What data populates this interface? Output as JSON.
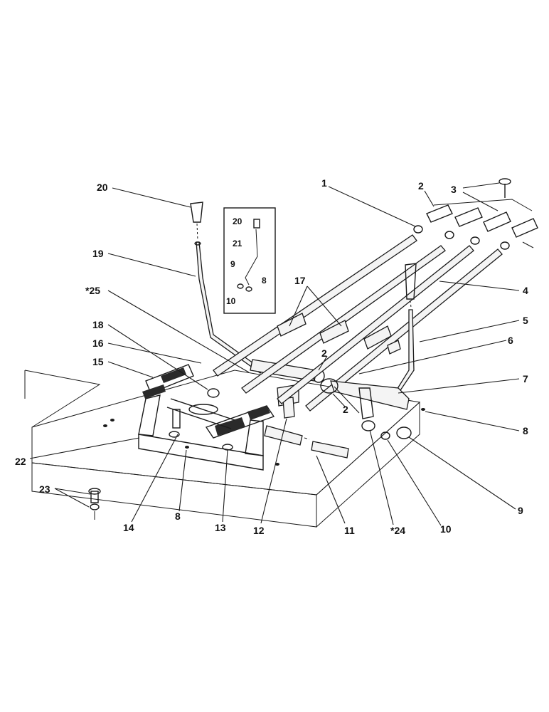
{
  "callouts": {
    "c1": "1",
    "c2a": "2",
    "c2b": "2",
    "c2c": "2",
    "c3": "3",
    "c4": "4",
    "c5": "5",
    "c6": "6",
    "c7": "7",
    "c8a": "8",
    "c8b": "8",
    "c9": "9",
    "c10": "10",
    "c11": "11",
    "c12": "12",
    "c13": "13",
    "c14": "14",
    "c15": "15",
    "c16": "16",
    "c17": "17",
    "c18": "18",
    "c19": "19",
    "c20": "20",
    "c22": "22",
    "c23": "23",
    "c24": "*24",
    "c25": "*25"
  },
  "inset": {
    "l20": "20",
    "l21": "21",
    "l9": "9",
    "l8": "8",
    "l10": "10"
  }
}
